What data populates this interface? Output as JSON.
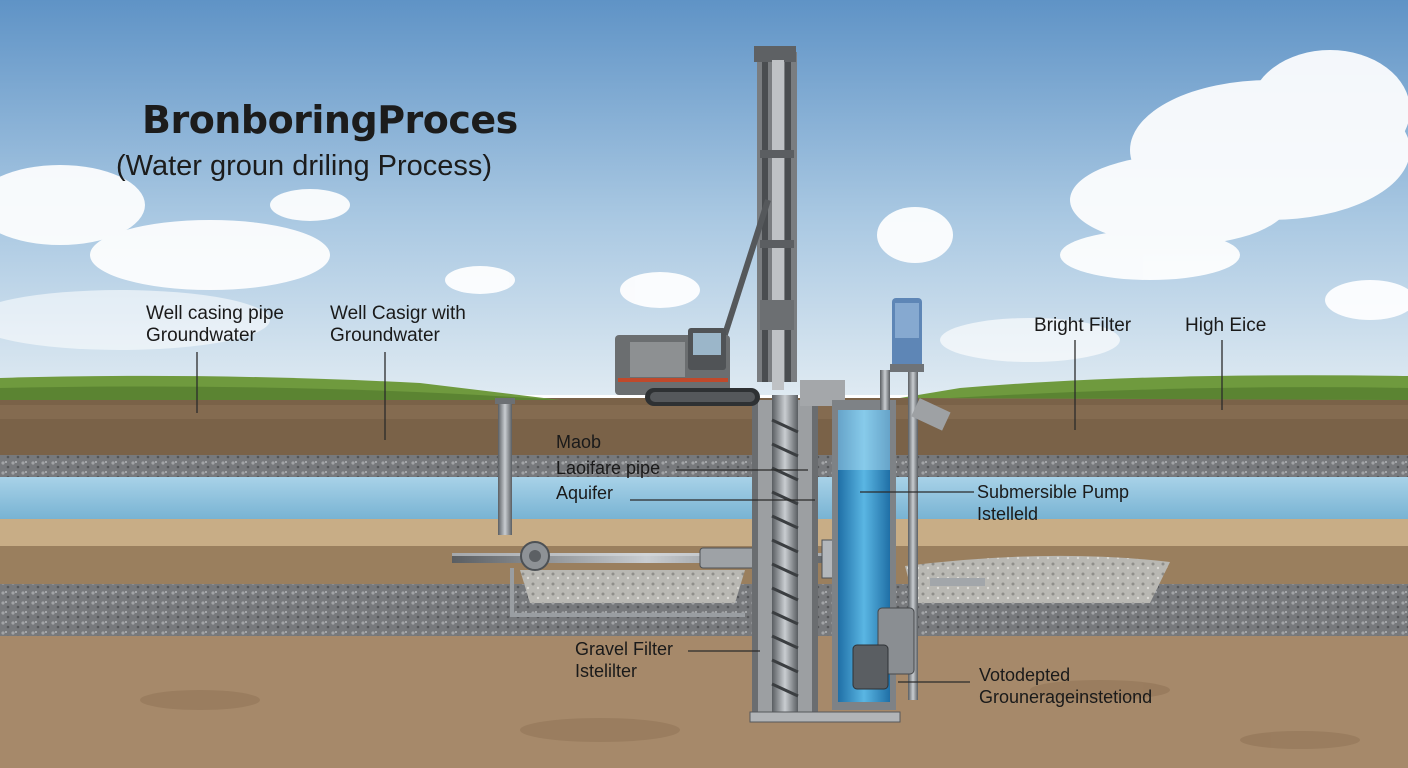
{
  "title": "BronboringProces",
  "subtitle": "(Water groun driling Process)",
  "labels": {
    "left_1_line1": "Well casing pipe",
    "left_1_line2": "Groundwater",
    "left_2_line1": "Well Casigr with",
    "left_2_line2": "Groundwater",
    "center_1": "Maob",
    "center_2": "Laoifare pipe",
    "center_3": "Aquifer",
    "right_1": "Bright Filter",
    "right_2": "High Eice",
    "pump_line1": "Submersible Pump",
    "pump_line2": "Istelleld",
    "gravel_line1": "Gravel Filter",
    "gravel_line2": "Istelilter",
    "bottom_line1": "Votodepted",
    "bottom_line2": "Grouneragеinstetiond"
  },
  "colors": {
    "sky_top": "#5f93c6",
    "sky_bottom": "#d6e6f1",
    "grass": "#6f9a3e",
    "topsoil": "#7a6248",
    "aquifer": "#8fc1dc",
    "gravel": "#7b7d80",
    "sand": "#c8ad86",
    "deep_soil": "#a6896a",
    "well_water": "#2f8fc6",
    "steel": "#8a8e92"
  }
}
